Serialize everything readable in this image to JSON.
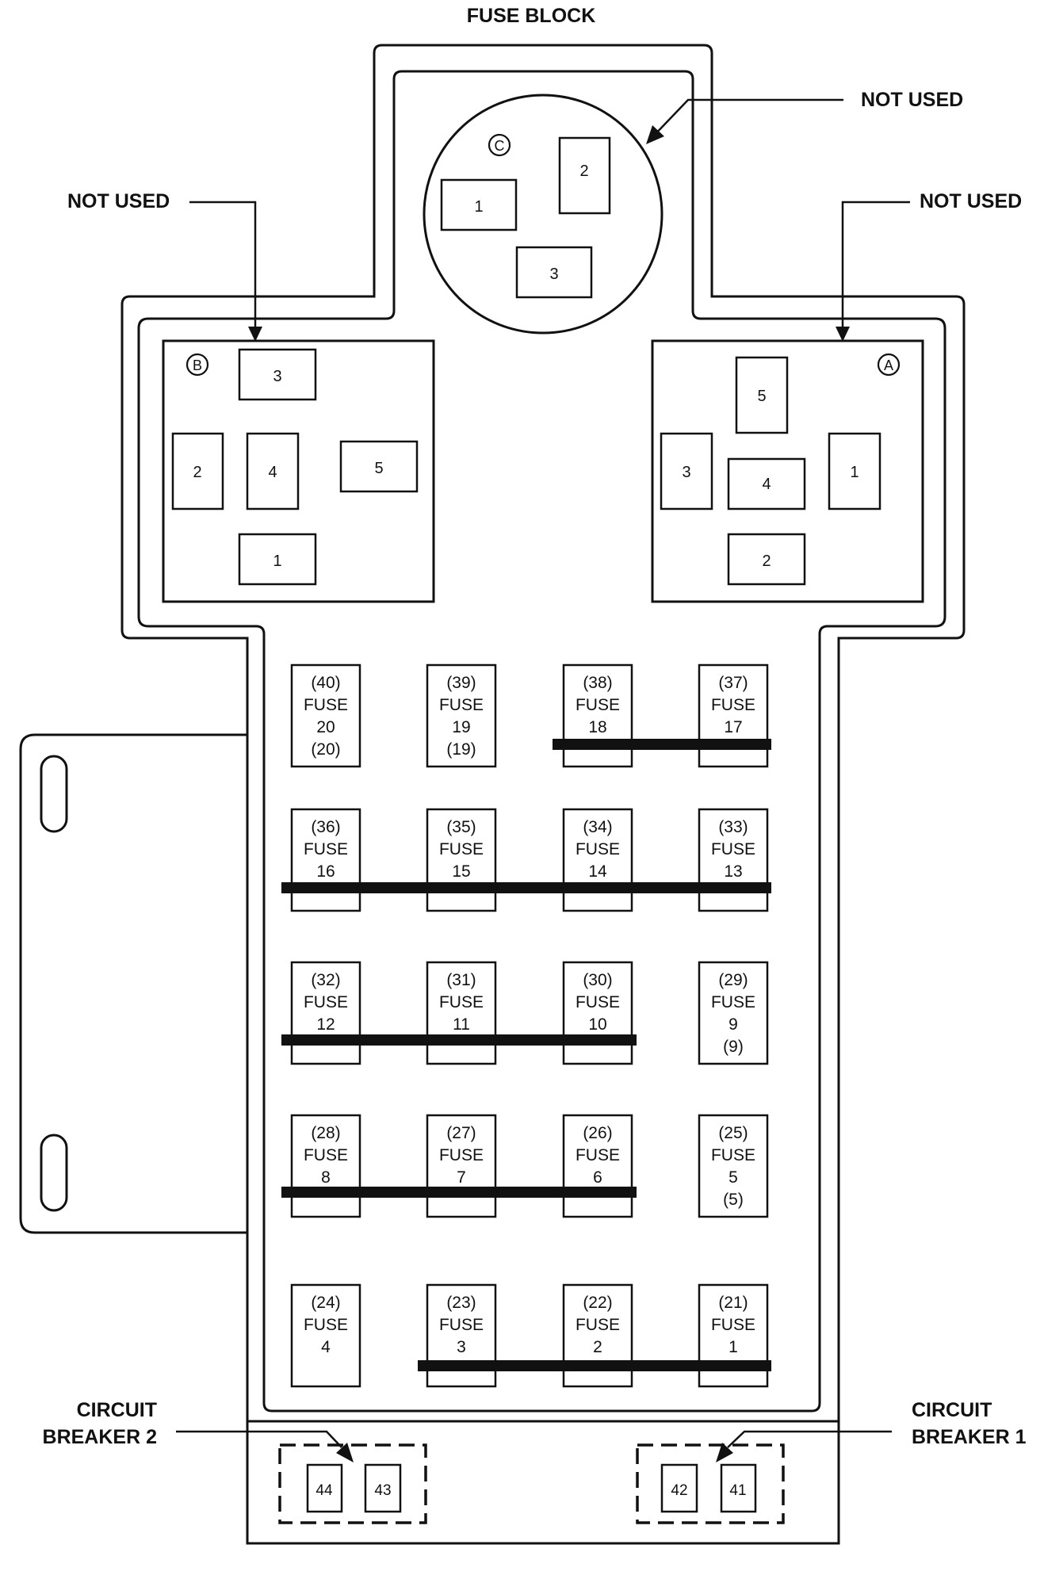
{
  "labels": {
    "title": "FUSE BLOCK",
    "not_used_top": "NOT USED",
    "not_used_left": "NOT USED",
    "not_used_right": "NOT USED",
    "cb2_line1": "CIRCUIT",
    "cb2_line2": "BREAKER 2",
    "cb1_line1": "CIRCUIT",
    "cb1_line2": "BREAKER 1"
  },
  "relay_blocks": {
    "c": {
      "letter": "C",
      "cavities": [
        "1",
        "2",
        "3"
      ]
    },
    "b": {
      "letter": "B",
      "cavities": [
        "3",
        "2",
        "4",
        "5",
        "1"
      ]
    },
    "a": {
      "letter": "A",
      "cavities": [
        "5",
        "3",
        "4",
        "1",
        "2"
      ]
    }
  },
  "fuses": [
    [
      "(40)",
      "FUSE",
      "20",
      "(20)"
    ],
    [
      "(39)",
      "FUSE",
      "19",
      "(19)"
    ],
    [
      "(38)",
      "FUSE",
      "18"
    ],
    [
      "(37)",
      "FUSE",
      "17"
    ],
    [
      "(36)",
      "FUSE",
      "16"
    ],
    [
      "(35)",
      "FUSE",
      "15"
    ],
    [
      "(34)",
      "FUSE",
      "14"
    ],
    [
      "(33)",
      "FUSE",
      "13"
    ],
    [
      "(32)",
      "FUSE",
      "12"
    ],
    [
      "(31)",
      "FUSE",
      "11"
    ],
    [
      "(30)",
      "FUSE",
      "10"
    ],
    [
      "(29)",
      "FUSE",
      "9",
      "(9)"
    ],
    [
      "(28)",
      "FUSE",
      "8"
    ],
    [
      "(27)",
      "FUSE",
      "7"
    ],
    [
      "(26)",
      "FUSE",
      "6"
    ],
    [
      "(25)",
      "FUSE",
      "5",
      "(5)"
    ],
    [
      "(24)",
      "FUSE",
      "4"
    ],
    [
      "(23)",
      "FUSE",
      "3"
    ],
    [
      "(22)",
      "FUSE",
      "2"
    ],
    [
      "(21)",
      "FUSE",
      "1"
    ]
  ],
  "breakers": {
    "cb2": [
      "44",
      "43"
    ],
    "cb1": [
      "42",
      "41"
    ]
  }
}
